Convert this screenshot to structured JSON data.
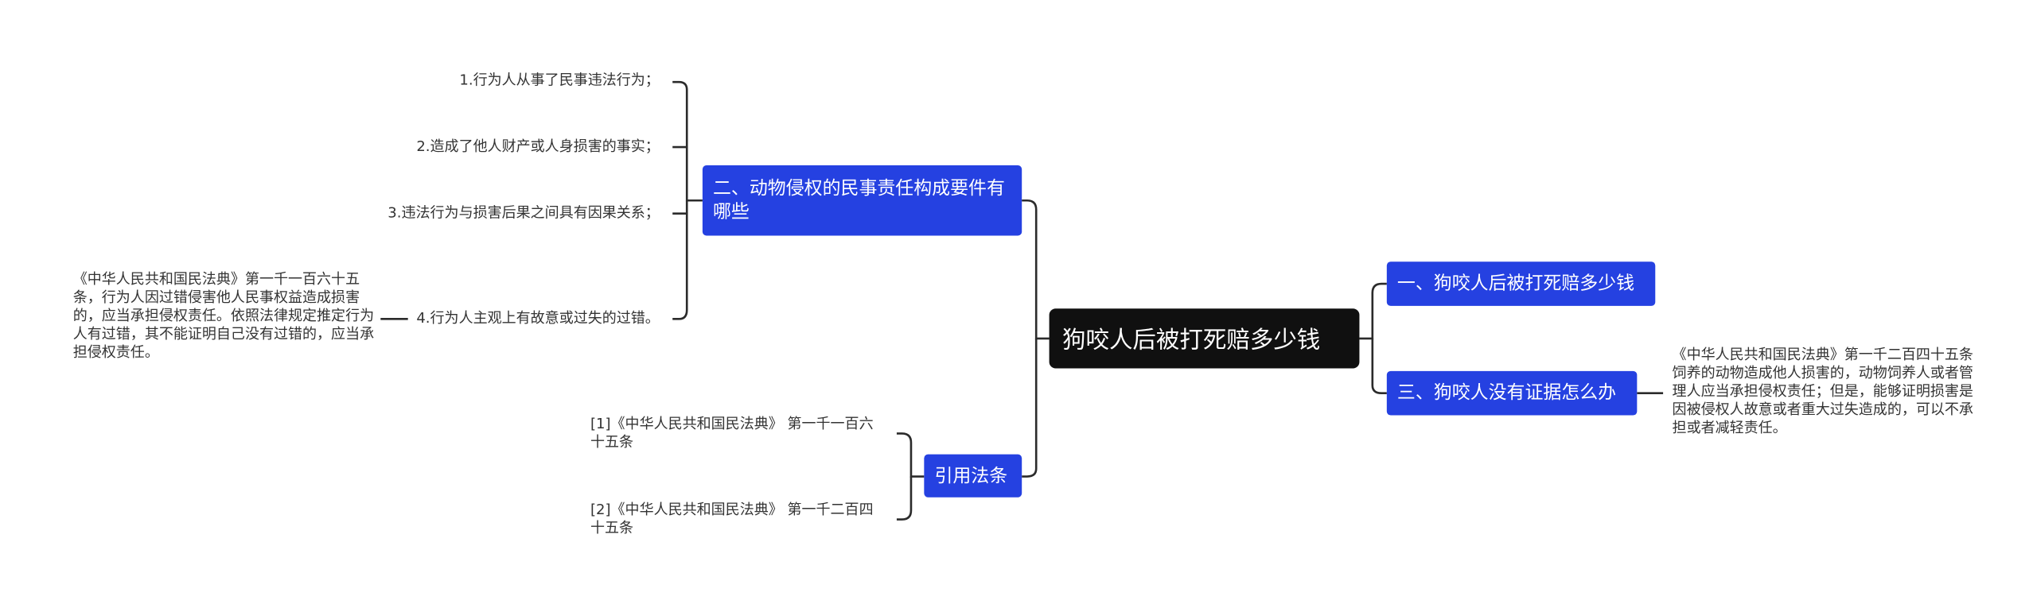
{
  "root": {
    "label": "狗咬人后被打死赔多少钱"
  },
  "branches": [
    {
      "label": "二、动物侵权的民事责任构成要件有哪些",
      "children": [
        "1.行为人从事了民事违法行为；",
        "2.造成了他人财产或人身损害的事实；",
        "3.违法行为与损害后果之间具有因果关系；",
        "4.行为人主观上有故意或过失的过错。"
      ],
      "note": "《中华人民共和国民法典》第一千一百六十五条，行为人因过错侵害他人民事权益造成损害的，应当承担侵权责任。依照法律规定推定行为人有过错，其不能证明自己没有过错的，应当承担侵权责任。"
    },
    {
      "label": "引用法条",
      "children": [
        "[1]《中华人民共和国民法典》 第一千一百六十五条",
        "[2]《中华人民共和国民法典》 第一千二百四十五条"
      ]
    },
    {
      "label": "一、狗咬人后被打死赔多少钱",
      "children": []
    },
    {
      "label": "三、狗咬人没有证据怎么办",
      "children": [
        "《中华人民共和国民法典》第一千二百四十五条饲养的动物造成他人损害的，动物饲养人或者管理人应当承担侵权责任；但是，能够证明损害是因被侵权人故意或者重大过失造成的，可以不承担或者减轻责任。"
      ]
    }
  ],
  "colors": {
    "root_bg": "#101010",
    "branch_bg": "#2541e1",
    "line": "#2b2b2b",
    "text": "#333333"
  }
}
